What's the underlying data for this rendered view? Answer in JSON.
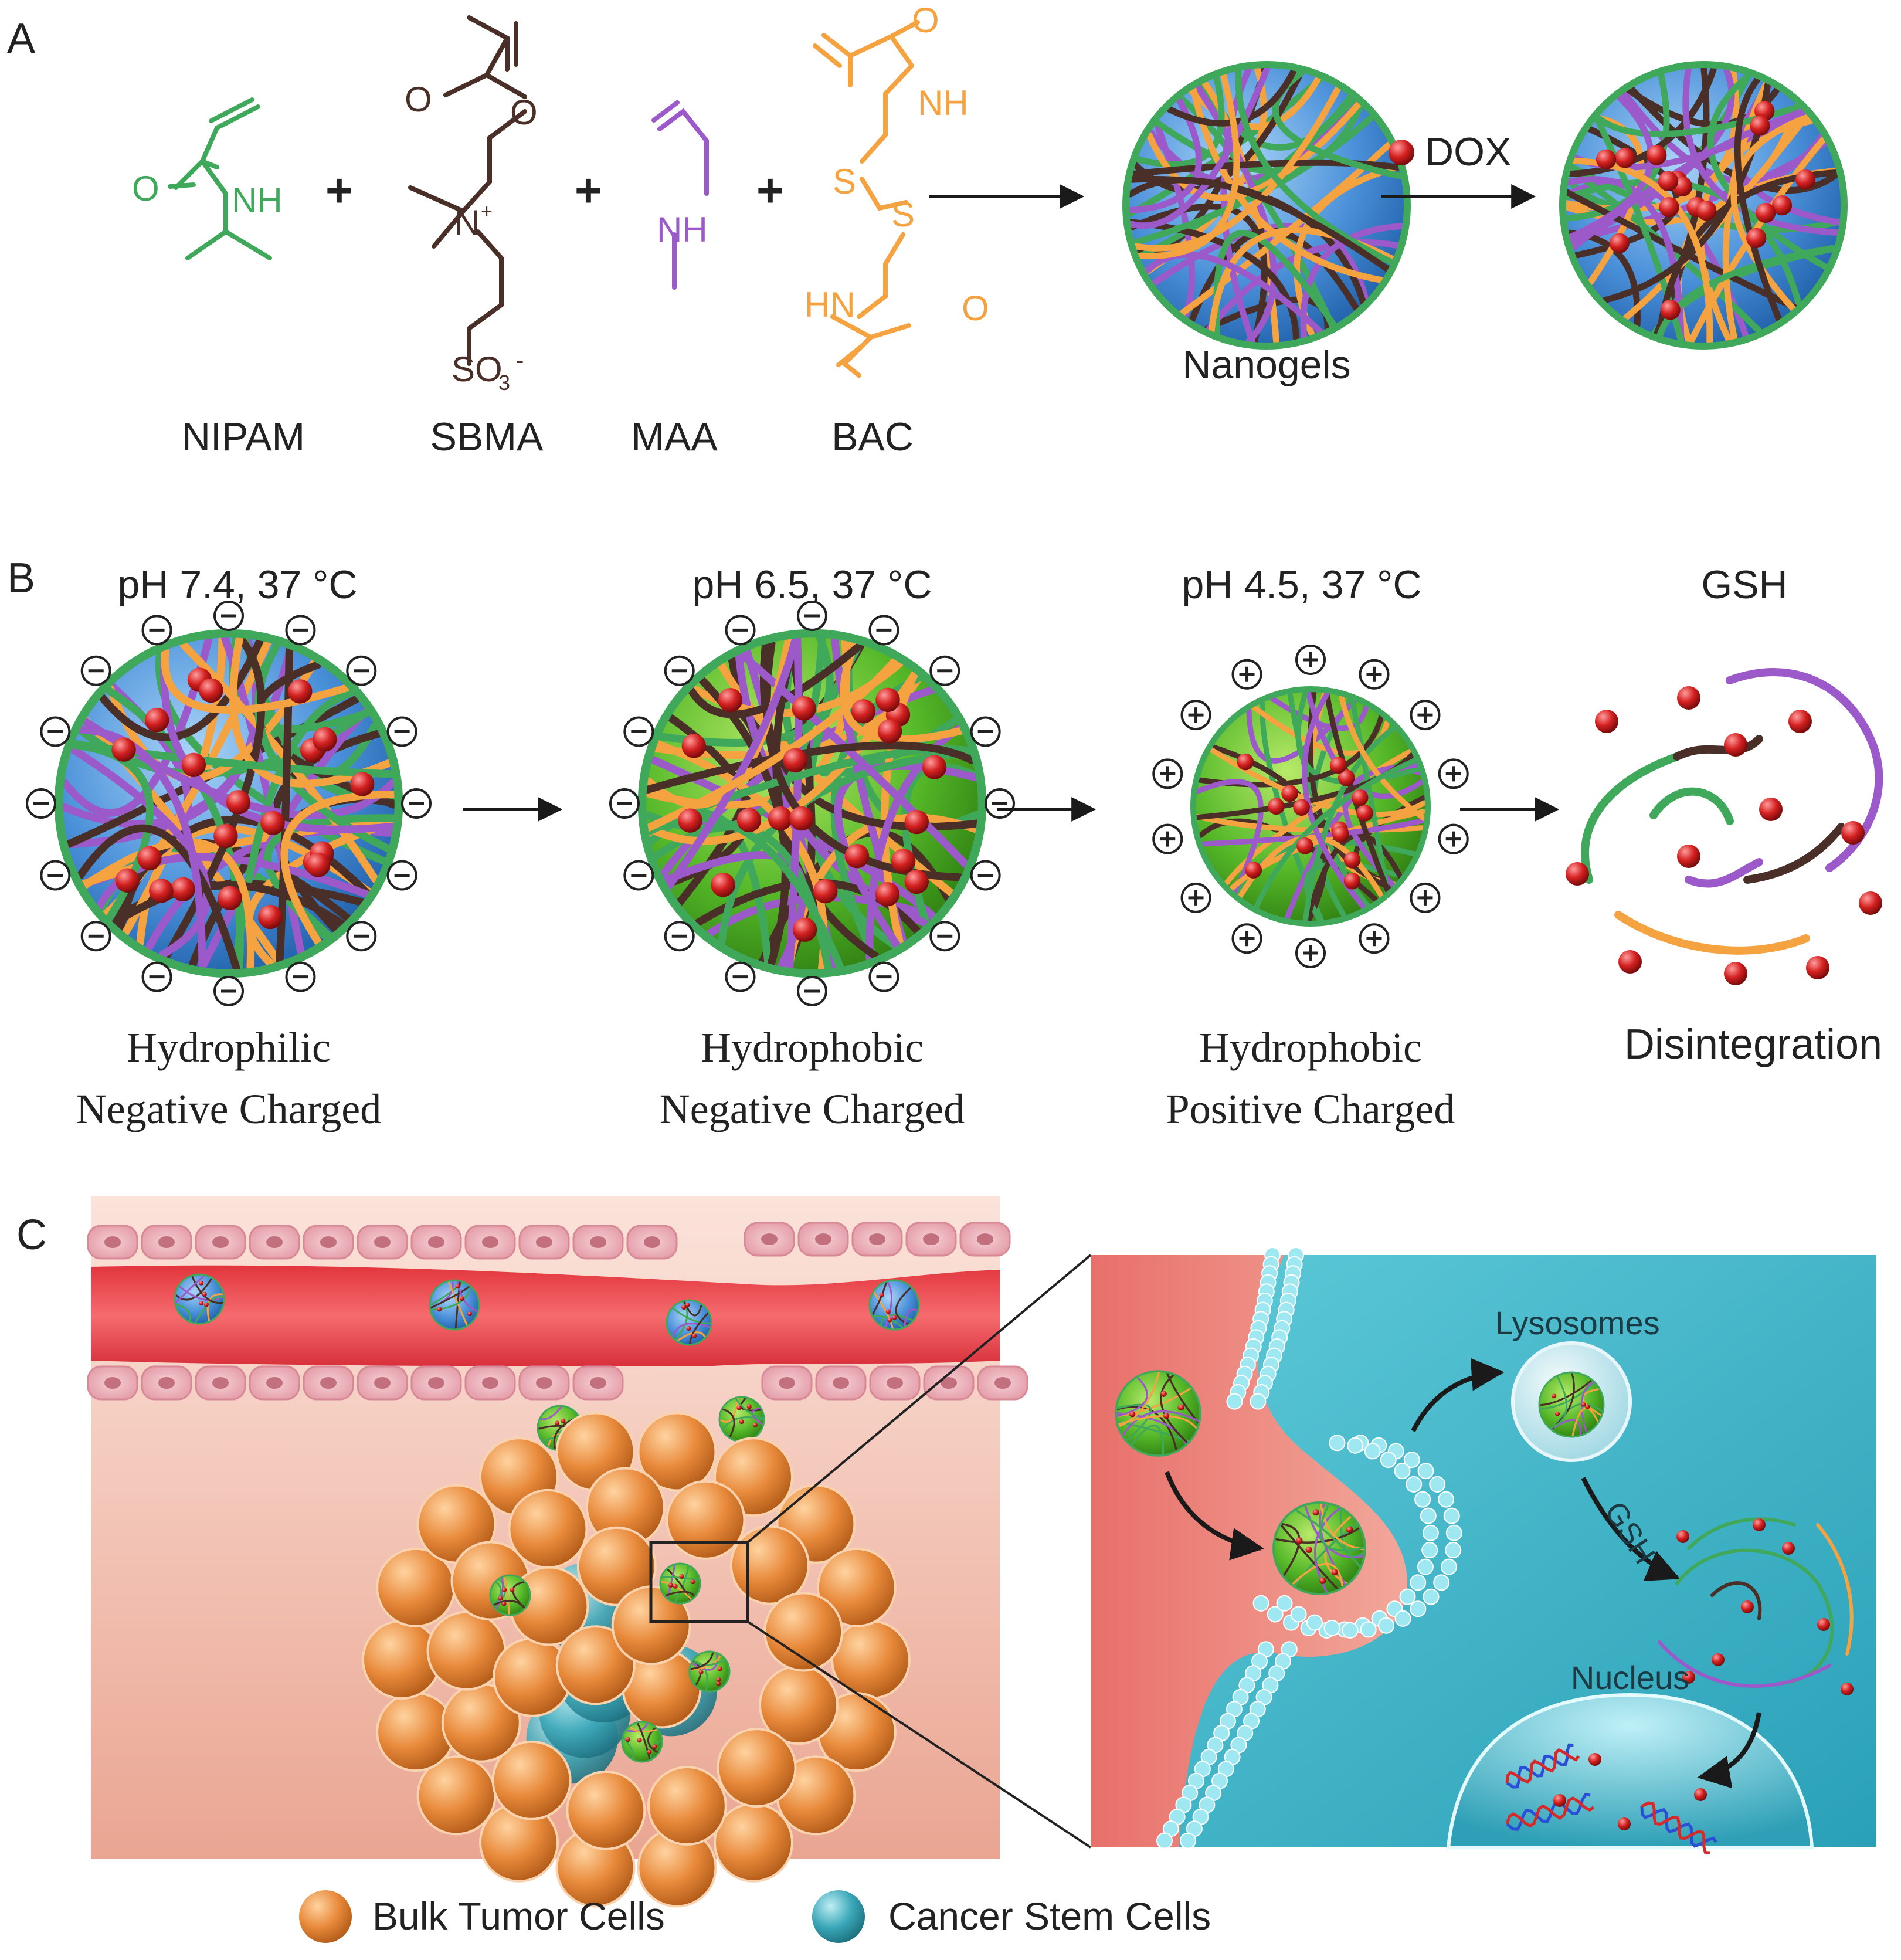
{
  "panels": {
    "a": {
      "label": "A",
      "monomers": [
        {
          "name": "NIPAM",
          "color": "#3fa85a",
          "atoms": [
            "O",
            "NH"
          ]
        },
        {
          "name": "SBMA",
          "color": "#4a2f28",
          "atoms": [
            "O",
            "O",
            "N",
            "+",
            "SO",
            "3",
            "-"
          ]
        },
        {
          "name": "MAA",
          "color": "#9b59c9",
          "atoms": [
            "NH"
          ]
        },
        {
          "name": "BAC",
          "color": "#f4a340",
          "atoms": [
            "O",
            "NH",
            "S",
            "S",
            "HN",
            "O"
          ]
        }
      ],
      "plus": "+",
      "drug_label": "DOX",
      "product_label": "Nanogels"
    },
    "b": {
      "label": "B",
      "stages": [
        {
          "condition": "pH 7.4, 37 °C",
          "line1": "Hydrophilic",
          "line2": "Negative Charged",
          "core": "#4a90d9",
          "charge": "negative"
        },
        {
          "condition": "pH 6.5, 37 °C",
          "line1": "Hydrophobic",
          "line2": "Negative Charged",
          "core": "#55b828",
          "charge": "negative"
        },
        {
          "condition": "pH 4.5, 37 °C",
          "line1": "Hydrophobic",
          "line2": "Positive Charged",
          "core": "#55b828",
          "charge": "positive"
        },
        {
          "condition": "GSH",
          "line1": "Disintegration",
          "line2": "",
          "core": "none",
          "charge": "none"
        }
      ]
    },
    "c": {
      "label": "C",
      "inset": {
        "lysosome_label": "Lysosomes",
        "reducer_label": "GSH",
        "nucleus_label": "Nucleus"
      },
      "legend": [
        {
          "label": "Bulk Tumor Cells",
          "color": "#e8893a"
        },
        {
          "label": "Cancer Stem Cells",
          "color": "#3aa7b8"
        }
      ]
    }
  },
  "colors": {
    "nipam": "#3fa85a",
    "sbma": "#4a2f28",
    "maa": "#9b59c9",
    "bac": "#f4a340",
    "dox": "#d42020",
    "vessel": "#e8454a",
    "tissue": "#f2b9a8",
    "cytoplasm": "#3fb6c9"
  }
}
